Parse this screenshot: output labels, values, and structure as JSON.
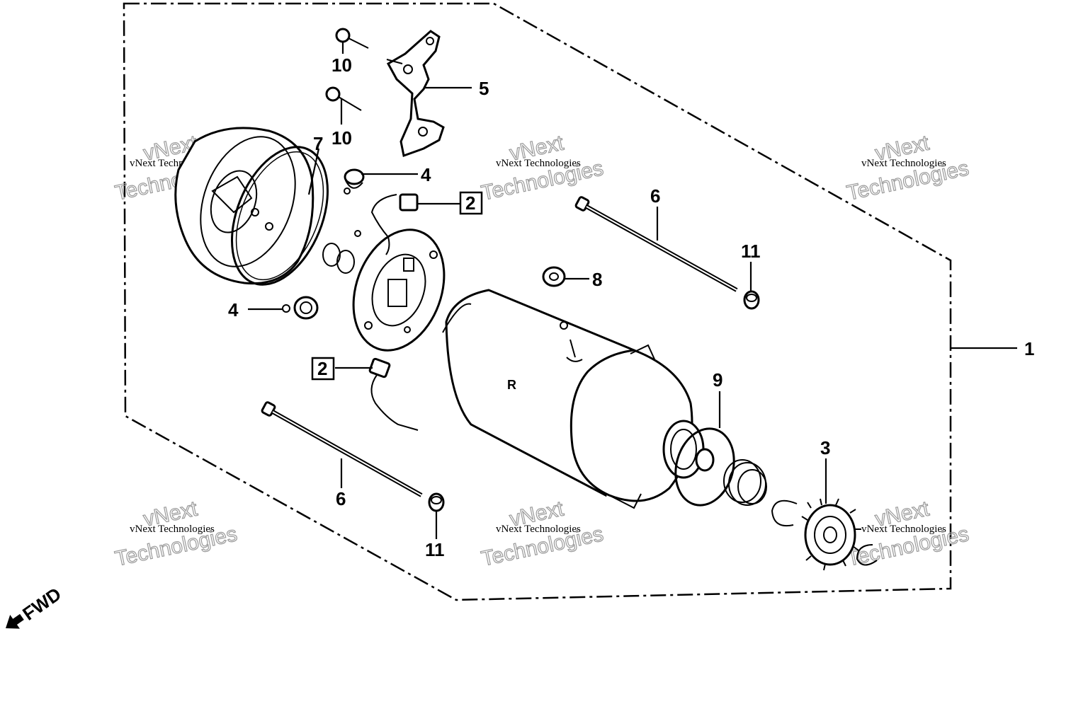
{
  "diagram": {
    "callouts": {
      "c1": "1",
      "c2a": "2",
      "c2b": "2",
      "c3": "3",
      "c4a": "4",
      "c4b": "4",
      "c5": "5",
      "c6a": "6",
      "c6b": "6",
      "c7": "7",
      "c8": "8",
      "c9": "9",
      "c10a": "10",
      "c10b": "10",
      "c11a": "11",
      "c11b": "11"
    },
    "fwd_label": "FWD",
    "watermark": {
      "line1": "vNext Technologies",
      "line2": "vNext",
      "line3": "Technologies"
    },
    "colors": {
      "ink": "#000000",
      "paper": "#ffffff",
      "watermark": "#9a9a9a"
    }
  }
}
